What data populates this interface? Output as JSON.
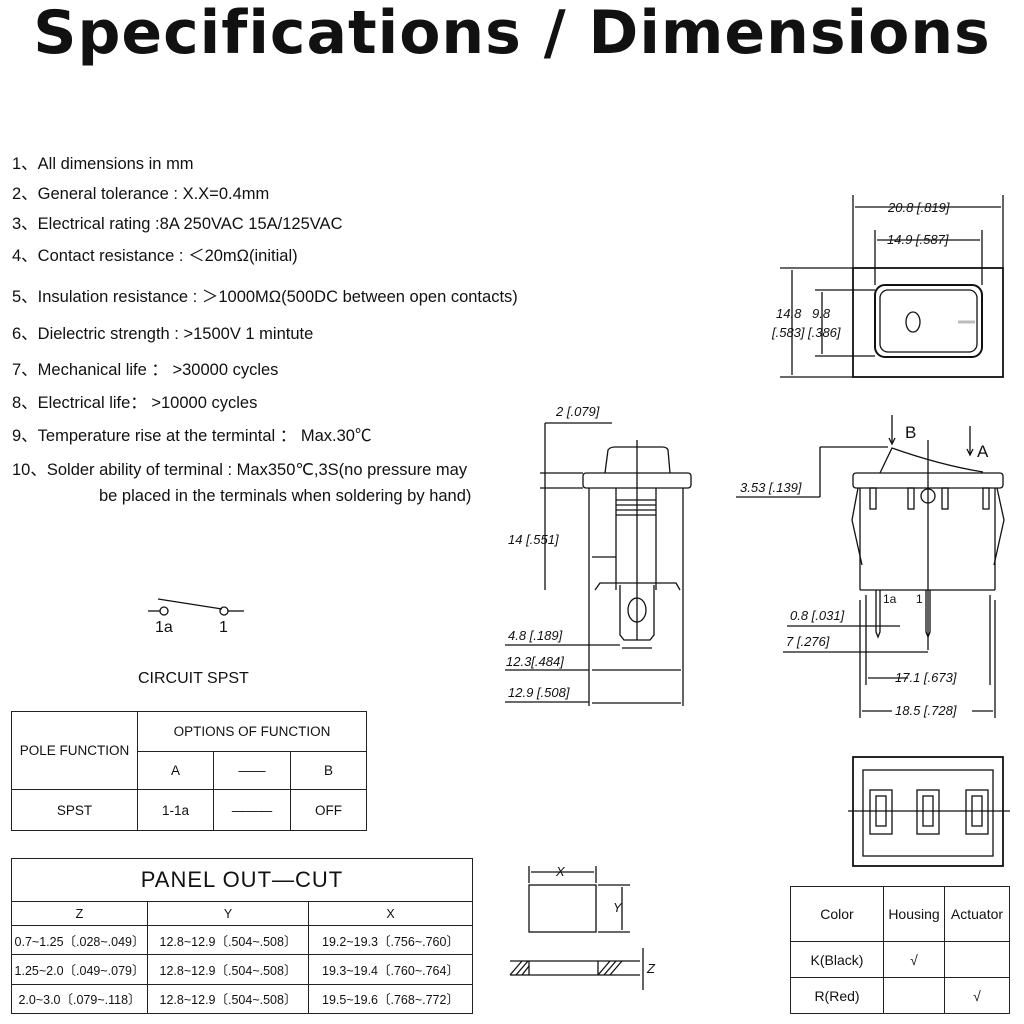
{
  "title": "Specifications / Dimensions",
  "specs": [
    "1、All dimensions in mm",
    "2、General tolerance : X.X=0.4mm",
    "3、Electrical  rating :8A 250VAC  15A/125VAC",
    "4、Contact resistance : ＜20mΩ(initial)",
    "5、Insulation resistance : ＞1000MΩ(500DC between open contacts)",
    "6、Dielectric strength : >1500V 1 mintute",
    "7、Mechanical life ： >30000 cycles",
    "8、Electrical life：   >10000 cycles",
    "9、Temperature rise at the termintal ： Max.30℃",
    "10、Solder ability of terminal : Max350℃,3S(no pressure may",
    "be placed in the terminals when soldering by hand)"
  ],
  "top_view": {
    "width": "20.8 [.819]",
    "inner_width": "14.9 [.587]",
    "height_a": "14.8",
    "height_a_in": "[.583]",
    "height_b": "9.8",
    "height_b_in": "[.386]",
    "symbol_off": "O",
    "symbol_on": "I"
  },
  "side_view": {
    "top": "2 [.079]",
    "height": "14 [.551]",
    "terminal": "4.8 [.189]",
    "body": "12.3[.484]",
    "flange": "12.9 [.508]"
  },
  "front_view": {
    "label_b": "B",
    "label_a": "A",
    "rocker": "3.53 [.139]",
    "pin_1a": "1a",
    "pin_1": "1",
    "pin_width": "0.8 [.031]",
    "pin_pitch": "7 [.276]",
    "body": "17.1 [.673]",
    "flange": "18.5 [.728]"
  },
  "circuit": {
    "pin_1a": "1a",
    "pin_1": "1",
    "label": "CIRCUIT  SPST"
  },
  "function_table": {
    "pole_header": "POLE FUNCTION",
    "options_header": "OPTIONS OF FUNCTION",
    "cols": [
      "A",
      "——",
      "B"
    ],
    "row": {
      "pole": "SPST",
      "values": [
        "1-1a",
        "———",
        "OFF"
      ]
    }
  },
  "panel_cutout": {
    "title": "PANEL OUT—CUT",
    "headers": [
      "Z",
      "Y",
      "X"
    ],
    "rows": [
      [
        "0.7~1.25〔.028~.049〕",
        "12.8~12.9〔.504~.508〕",
        "19.2~19.3〔.756~.760〕"
      ],
      [
        "1.25~2.0〔.049~.079〕",
        "12.8~12.9〔.504~.508〕",
        "19.3~19.4〔.760~.764〕"
      ],
      [
        "2.0~3.0〔.079~.118〕",
        "12.8~12.9〔.504~.508〕",
        "19.5~19.6〔.768~.772〕"
      ]
    ],
    "dim_x": "X",
    "dim_y": "Y",
    "dim_z": "Z"
  },
  "color_table": {
    "headers": [
      "Color",
      "Housing",
      "Actuator"
    ],
    "rows": [
      [
        "K(Black)",
        "√",
        ""
      ],
      [
        "R(Red)",
        "",
        "√"
      ]
    ]
  }
}
